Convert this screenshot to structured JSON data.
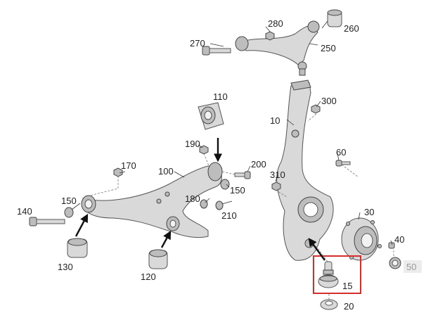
{
  "diagram": {
    "labels": {
      "l10": "10",
      "l15": "15",
      "l20": "20",
      "l30": "30",
      "l40": "40",
      "l50": "50",
      "l60": "60",
      "l100": "100",
      "l110": "110",
      "l120": "120",
      "l130": "130",
      "l140": "140",
      "l150a": "150",
      "l150b": "150",
      "l170": "170",
      "l180": "180",
      "l190": "190",
      "l200": "200",
      "l210": "210",
      "l250": "250",
      "l260": "260",
      "l270": "270",
      "l280": "280",
      "l300": "300",
      "l310": "310"
    },
    "highlight_color": "#d32f2f"
  }
}
